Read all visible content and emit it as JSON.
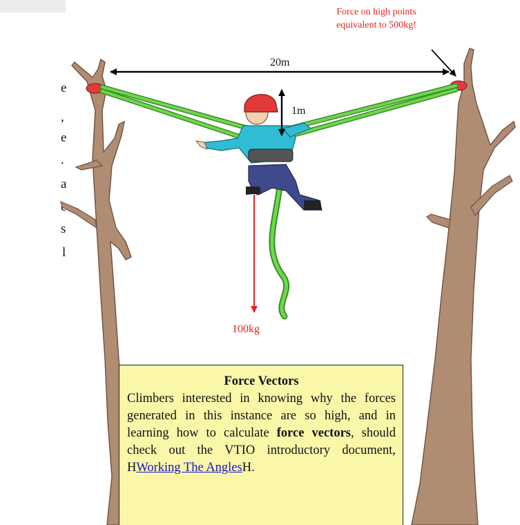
{
  "left_text_fragments": [
    "e",
    ",",
    "e",
    ".",
    "a",
    "e",
    "s",
    "l"
  ],
  "callout": {
    "line1": "Force on high points",
    "line2": "equivalent to 500kg!"
  },
  "span_label": "20m",
  "drop_label": "1m",
  "load_label": "100kg",
  "info_box": {
    "title": "Force Vectors",
    "part1": "Climbers interested in knowing why the forces generated in this instance are so high, and in learning how to calculate ",
    "bold": "force vectors",
    "part2": ", should check out the VTIO introductory document, ",
    "prefix": "H",
    "link": "Working The Angles",
    "suffix": "H."
  },
  "colors": {
    "tree": "#b08c73",
    "rope": "#6cd84c",
    "arrow_red": "#e8201a",
    "box_fill": "#fbf7a9",
    "helmet": "#e23a3a"
  }
}
